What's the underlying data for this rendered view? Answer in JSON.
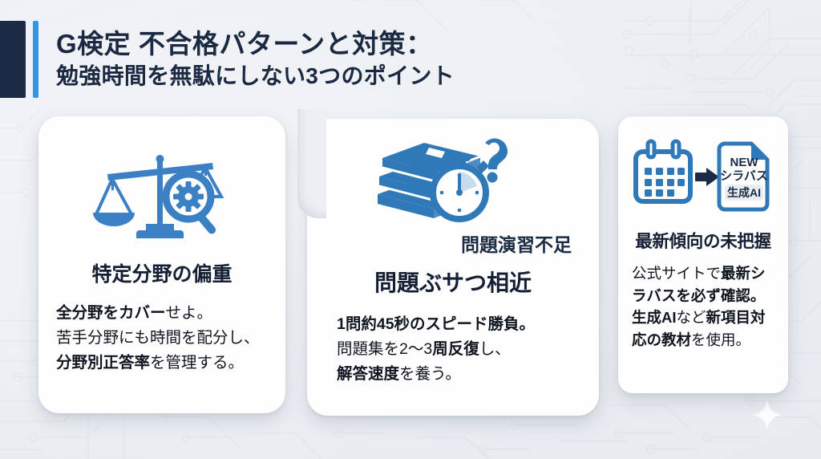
{
  "header": {
    "title_line1": "G検定 不合格パターンと対策：",
    "title_line2": "勉強時間を無駄にしない3つのポイント",
    "accent_navy": "#1b2a45",
    "accent_blue": "#2e97e8",
    "title_color": "#1b2a42"
  },
  "theme": {
    "background": "#eceff3",
    "card_background": "#fefeff",
    "icon_blue": "#3b7fc4",
    "text_dark": "#141f33"
  },
  "cards": [
    {
      "icon_name": "balance-scale-magnifier-icon",
      "heading": "特定分野の偏重",
      "body": [
        [
          {
            "t": "全分野をカバー",
            "bold": true
          },
          {
            "t": "せよ。",
            "bold": false
          }
        ],
        [
          {
            "t": "苦手分野にも時間を配分し、",
            "bold": false
          }
        ],
        [
          {
            "t": "分野別正答率",
            "bold": true
          },
          {
            "t": "を管理する。",
            "bold": false
          }
        ]
      ]
    },
    {
      "icon_name": "books-stopwatch-question-icon",
      "subheading": "問題演習不足",
      "heading": "問題ぶサつ相近",
      "body": [
        [
          {
            "t": "1問約45秒のスピード勝負。",
            "bold": true
          }
        ],
        [
          {
            "t": "問題集を2〜3",
            "bold": false
          },
          {
            "t": "周反復",
            "bold": true
          },
          {
            "t": "し、",
            "bold": false
          }
        ],
        [
          {
            "t": "解答速度",
            "bold": true
          },
          {
            "t": "を養う。",
            "bold": false
          }
        ]
      ]
    },
    {
      "icon_name": "calendar-to-new-syllabus-document-icon",
      "icon_labels": {
        "doc_new": "NEW",
        "doc_syllabus": "シラバス",
        "doc_badge": "生成AI"
      },
      "heading": "最新傾向の未把握",
      "body": [
        [
          {
            "t": "公式サイトで",
            "bold": false
          },
          {
            "t": "最新シ",
            "bold": true
          }
        ],
        [
          {
            "t": "ラバスを必ず確認。",
            "bold": true
          }
        ],
        [
          {
            "t": "生成AI",
            "bold": true
          },
          {
            "t": "など",
            "bold": false
          },
          {
            "t": "新項目対",
            "bold": true
          }
        ],
        [
          {
            "t": "応の教材",
            "bold": true
          },
          {
            "t": "を使用。",
            "bold": false
          }
        ]
      ]
    }
  ],
  "decoration": {
    "sparkle_name": "sparkle-star",
    "background_pattern": "circuit-board-traces"
  }
}
